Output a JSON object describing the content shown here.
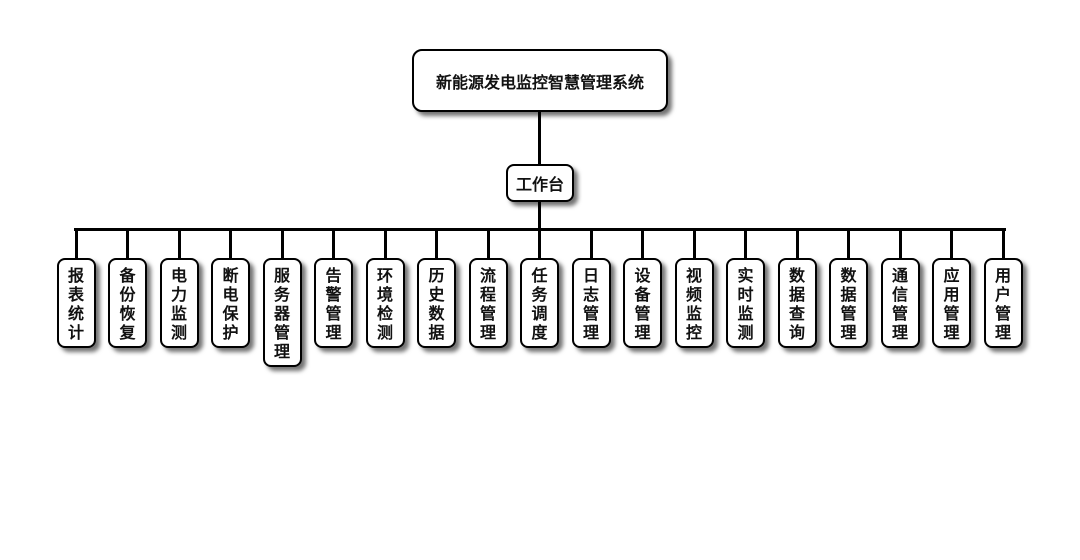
{
  "root": {
    "label": "新能源发电监控智慧管理系统"
  },
  "hub": {
    "label": "工作台"
  },
  "modules": [
    "报表统计",
    "备份恢复",
    "电力监测",
    "断电保护",
    "服务器管理",
    "告警管理",
    "环境检测",
    "历史数据",
    "流程管理",
    "任务调度",
    "日志管理",
    "设备管理",
    "视频监控",
    "实时监测",
    "数据查询",
    "数据管理",
    "通信管理",
    "应用管理",
    "用户管理"
  ]
}
